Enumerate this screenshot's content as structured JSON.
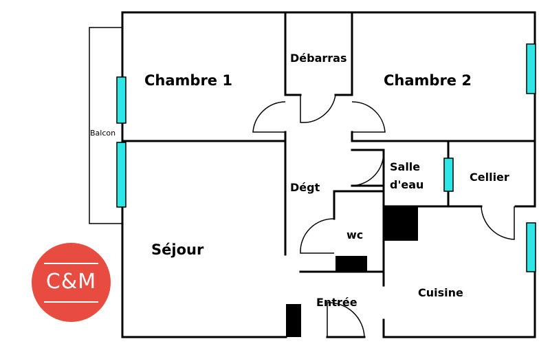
{
  "rooms": {
    "chambre1": "Chambre 1",
    "chambre2": "Chambre 2",
    "debarras": "Débarras",
    "balcon": "Balcon",
    "degt": "Dégt",
    "salle_line1": "Salle",
    "salle_line2": "d'eau",
    "cellier": "Cellier",
    "wc": "wc",
    "sejour": "Séjour",
    "entree": "Entrée",
    "cuisine": "Cuisine"
  },
  "logo": {
    "text": "C&M"
  },
  "colors": {
    "window": "#2ee6e6",
    "logo": "#e84b3f",
    "wall": "#000000"
  }
}
